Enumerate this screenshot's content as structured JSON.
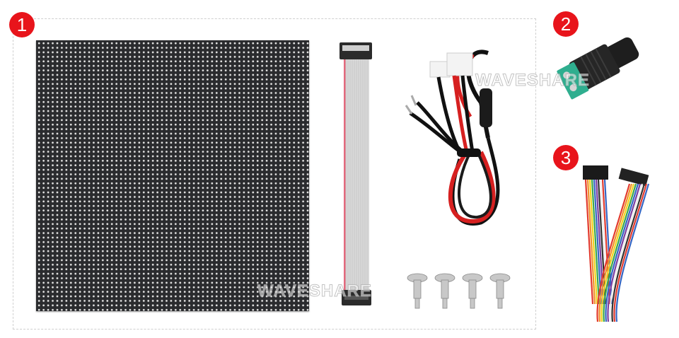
{
  "badges": [
    {
      "label": "1",
      "item": "RGB LED matrix panel, ribbon cable, power cable, screws"
    },
    {
      "label": "2",
      "item": "DC power jack adapter"
    },
    {
      "label": "3",
      "item": "Rainbow jumper ribbon cable"
    }
  ],
  "watermarks": [
    "WAVESHARE",
    "WAVESHARE"
  ],
  "colors": {
    "badge": "#e8141b",
    "panel": "#2a2b2e",
    "frame_border": "#cfcfcf"
  }
}
